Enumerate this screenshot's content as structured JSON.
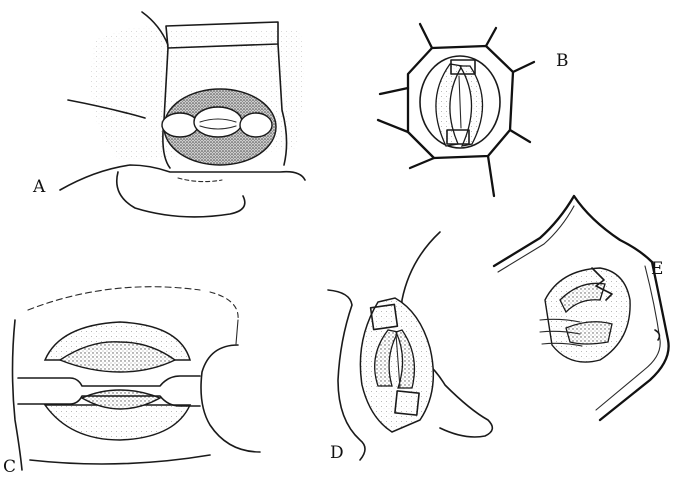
{
  "labels": {
    "a": "A",
    "b": "B",
    "c": "C",
    "d": "D",
    "e": "E"
  },
  "colors": {
    "ink": "#1a1a1a",
    "stipple_dark": "#6a6a6a",
    "stipple_light": "#b9b9b9",
    "paper": "#ffffff"
  }
}
